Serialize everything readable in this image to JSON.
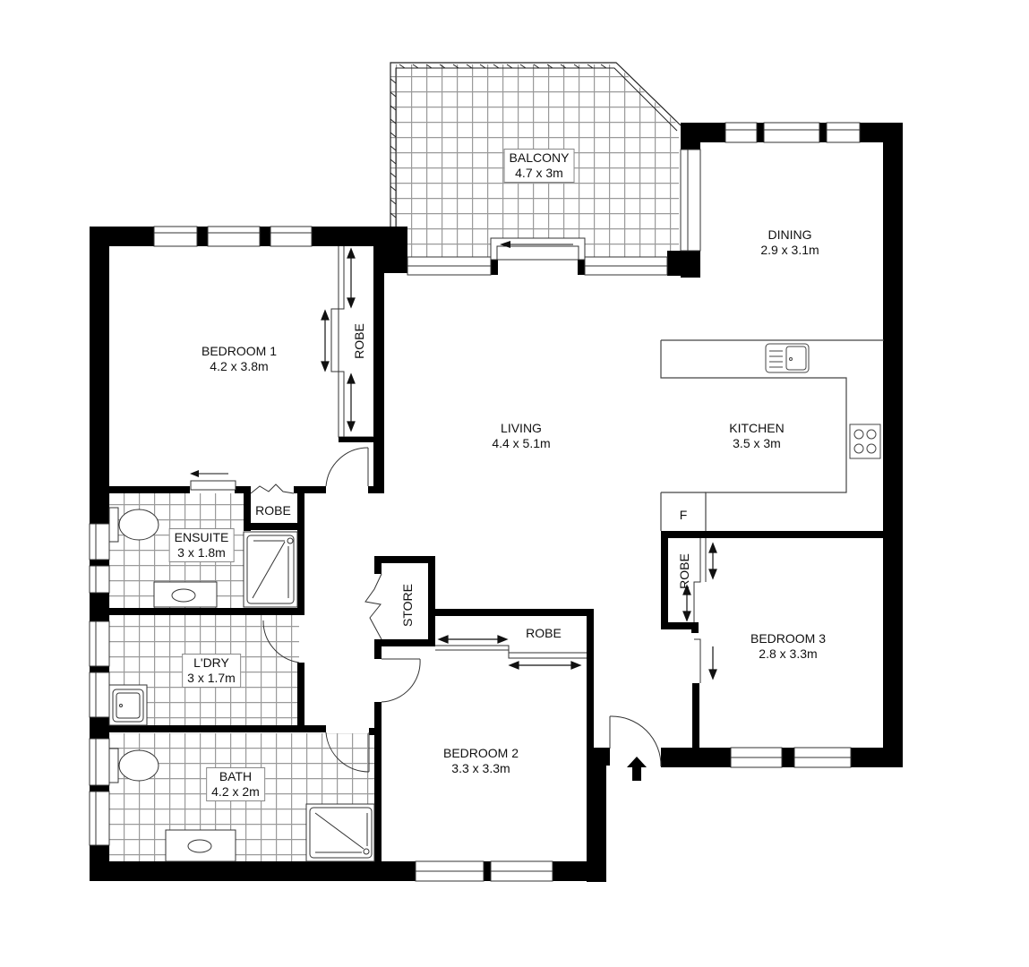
{
  "plan": {
    "rooms": [
      {
        "id": "balcony",
        "name": "BALCONY",
        "dims": "4.7 x 3m",
        "tiled": true
      },
      {
        "id": "dining",
        "name": "DINING",
        "dims": "2.9 x 3.1m",
        "tiled": false
      },
      {
        "id": "bedroom1",
        "name": "BEDROOM 1",
        "dims": "4.2 x 3.8m",
        "tiled": false
      },
      {
        "id": "living",
        "name": "LIVING",
        "dims": "4.4 x 5.1m",
        "tiled": false
      },
      {
        "id": "kitchen",
        "name": "KITCHEN",
        "dims": "3.5 x 3m",
        "tiled": false
      },
      {
        "id": "ensuite",
        "name": "ENSUITE",
        "dims": "3 x 1.8m",
        "tiled": true
      },
      {
        "id": "laundry",
        "name": "L'DRY",
        "dims": "3 x 1.7m",
        "tiled": true
      },
      {
        "id": "bath",
        "name": "BATH",
        "dims": "4.2 x 2m",
        "tiled": true
      },
      {
        "id": "bedroom2",
        "name": "BEDROOM 2",
        "dims": "3.3 x 3.3m",
        "tiled": false
      },
      {
        "id": "bedroom3",
        "name": "BEDROOM 3",
        "dims": "2.8 x 3.3m",
        "tiled": false
      }
    ],
    "storage": [
      {
        "id": "robe_bed1",
        "label": "ROBE",
        "orientation": "vertical"
      },
      {
        "id": "robe_ensuite",
        "label": "ROBE",
        "orientation": "horizontal"
      },
      {
        "id": "store",
        "label": "STORE",
        "orientation": "vertical"
      },
      {
        "id": "robe_bed2",
        "label": "ROBE",
        "orientation": "horizontal"
      },
      {
        "id": "robe_bed3",
        "label": "ROBE",
        "orientation": "vertical"
      }
    ],
    "fixtures": {
      "fridge_label": "F"
    },
    "colors": {
      "wall": "#000000",
      "tile_grid": "#9a9a9a",
      "line": "#333333",
      "background": "#ffffff"
    }
  }
}
